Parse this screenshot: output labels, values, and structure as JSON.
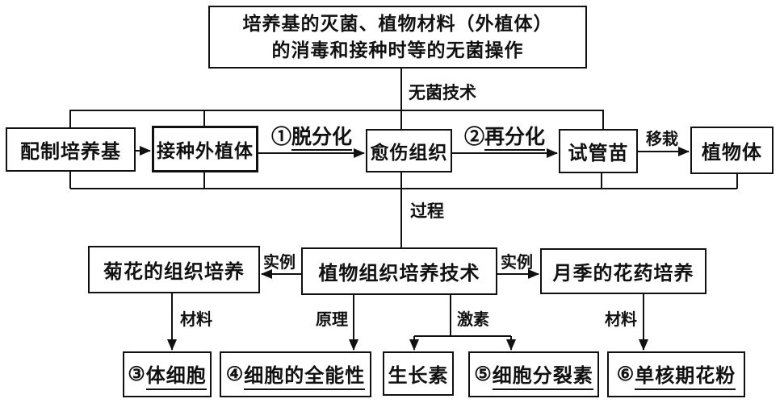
{
  "colors": {
    "line": "#111111",
    "background": "#ffffff",
    "text": "#111111"
  },
  "top_box": {
    "line1": "培养基的灭菌、植物材料（外植体）",
    "line2": "的消毒和接种时等的无菌操作"
  },
  "flow_row": {
    "boxes": [
      "配制培养基",
      "接种外植体",
      "愈伤组织",
      "试管苗",
      "植物体"
    ]
  },
  "edge_labels": {
    "aseptic_technique": "无菌技术",
    "process": "过程",
    "dedifferentiation": {
      "prefix": "①",
      "text": "脱分化"
    },
    "redifferentiation": {
      "prefix": "②",
      "text": "再分化"
    },
    "transplant": "移栽",
    "example_left": "实例",
    "example_right": "实例",
    "material_left": "材料",
    "principle": "原理",
    "hormone": "激素",
    "material_right": "材料"
  },
  "middle_row": {
    "left_box": "菊花的组织培养",
    "center_box": "植物组织培养技术",
    "right_box": "月季的花药培养"
  },
  "bottom_row": [
    {
      "prefix": "③",
      "text": "体细胞"
    },
    {
      "prefix": "④",
      "text": "细胞的全能性"
    },
    {
      "prefix": "",
      "text": "生长素"
    },
    {
      "prefix": "⑤",
      "text": "细胞分裂素"
    },
    {
      "prefix": "⑥",
      "text": "单核期花粉"
    }
  ]
}
